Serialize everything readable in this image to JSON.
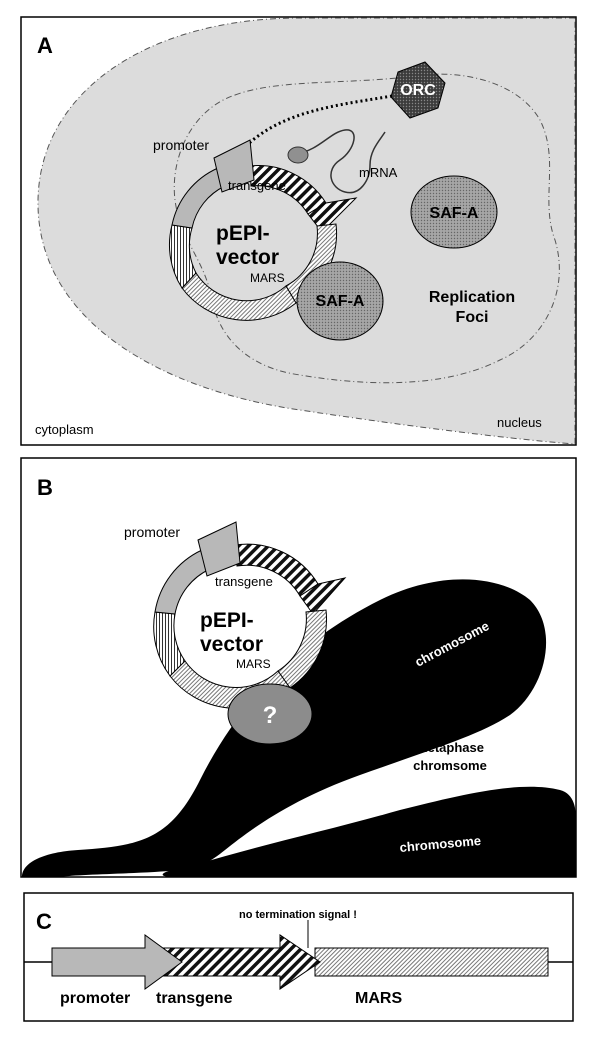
{
  "panel_a": {
    "letter": "A",
    "promoter": "promoter",
    "transgene": "transgene",
    "mrna": "mRNA",
    "orc": "ORC",
    "vector_line1": "pEPI-",
    "vector_line2": "vector",
    "mars": "MARS",
    "saf_a_1": "SAF-A",
    "saf_a_2": "SAF-A",
    "replication": "Replication",
    "foci": "Foci",
    "cytoplasm": "cytoplasm",
    "nucleus": "nucleus"
  },
  "panel_b": {
    "letter": "B",
    "promoter": "promoter",
    "transgene": "transgene",
    "vector_line1": "pEPI-",
    "vector_line2": "vector",
    "mars": "MARS",
    "question": "?",
    "chromosome_1": "chromosome",
    "metaphase_line1": "metaphase",
    "metaphase_line2": "chromsome",
    "chromosome_2": "chromosome"
  },
  "panel_c": {
    "letter": "C",
    "note": "no termination signal !",
    "promoter": "promoter",
    "transgene": "transgene",
    "mars": "MARS"
  },
  "colors": {
    "nucleus_fill": "#dcdcdc",
    "promoter_fill": "#b8b8b8",
    "saf_fill": "#a0a0a0",
    "orc_fill": "#3c3c3c",
    "chromosome_fill": "#000000",
    "question_fill": "#8c8c8c"
  }
}
